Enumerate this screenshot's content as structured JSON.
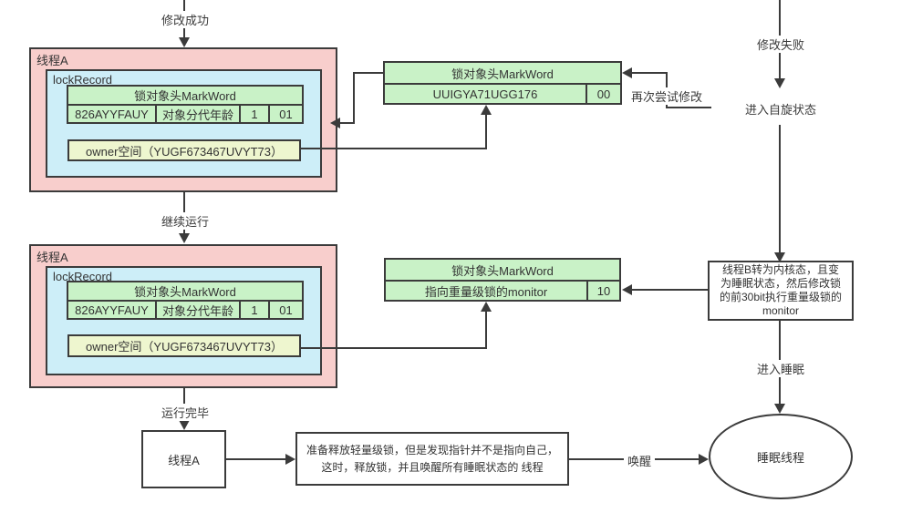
{
  "colors": {
    "pink": "#f8cecc",
    "cyan": "#cdeef8",
    "green": "#c9f2c7",
    "yellow": "#eef6cf",
    "line": "#3b3b3b"
  },
  "thread_box": {
    "title": "线程A",
    "lock_record_label": "lockRecord",
    "markword_table": {
      "header": "锁对象头MarkWord",
      "cells": [
        "826AYYFAUY",
        "对象分代年龄",
        "1",
        "01"
      ]
    },
    "owner_label": "owner空间（YUGF673467UVYT73）"
  },
  "markword_table_unlocked": {
    "header": "锁对象头MarkWord",
    "value": "UUIGYA71UGG176",
    "flag": "00"
  },
  "markword_table_heavy": {
    "header": "锁对象头MarkWord",
    "value": "指向重量级锁的monitor",
    "flag": "10"
  },
  "flow_labels": {
    "modify_success": "修改成功",
    "modify_fail": "修改失败",
    "enter_spin_state": "进入自旋状态",
    "retry_modify": "再次尝试修改",
    "continue_running": "继续运行",
    "run_complete": "运行完毕",
    "enter_sleep": "进入睡眠",
    "wake": "唤醒"
  },
  "thread_b_box": {
    "lines": [
      "线程B转为内核态，且变",
      "为睡眠状态，然后修改锁",
      "的前30bit执行重量级锁的",
      "monitor"
    ]
  },
  "bottom_thread_box": {
    "title": "线程A"
  },
  "release_box": {
    "lines": [
      "准备释放轻量级锁，但是发现指针并不是指向自己，",
      "这时，释放锁，并且唤醒所有睡眠状态的 线程"
    ]
  },
  "sleep_ellipse": {
    "label": "睡眠线程"
  }
}
